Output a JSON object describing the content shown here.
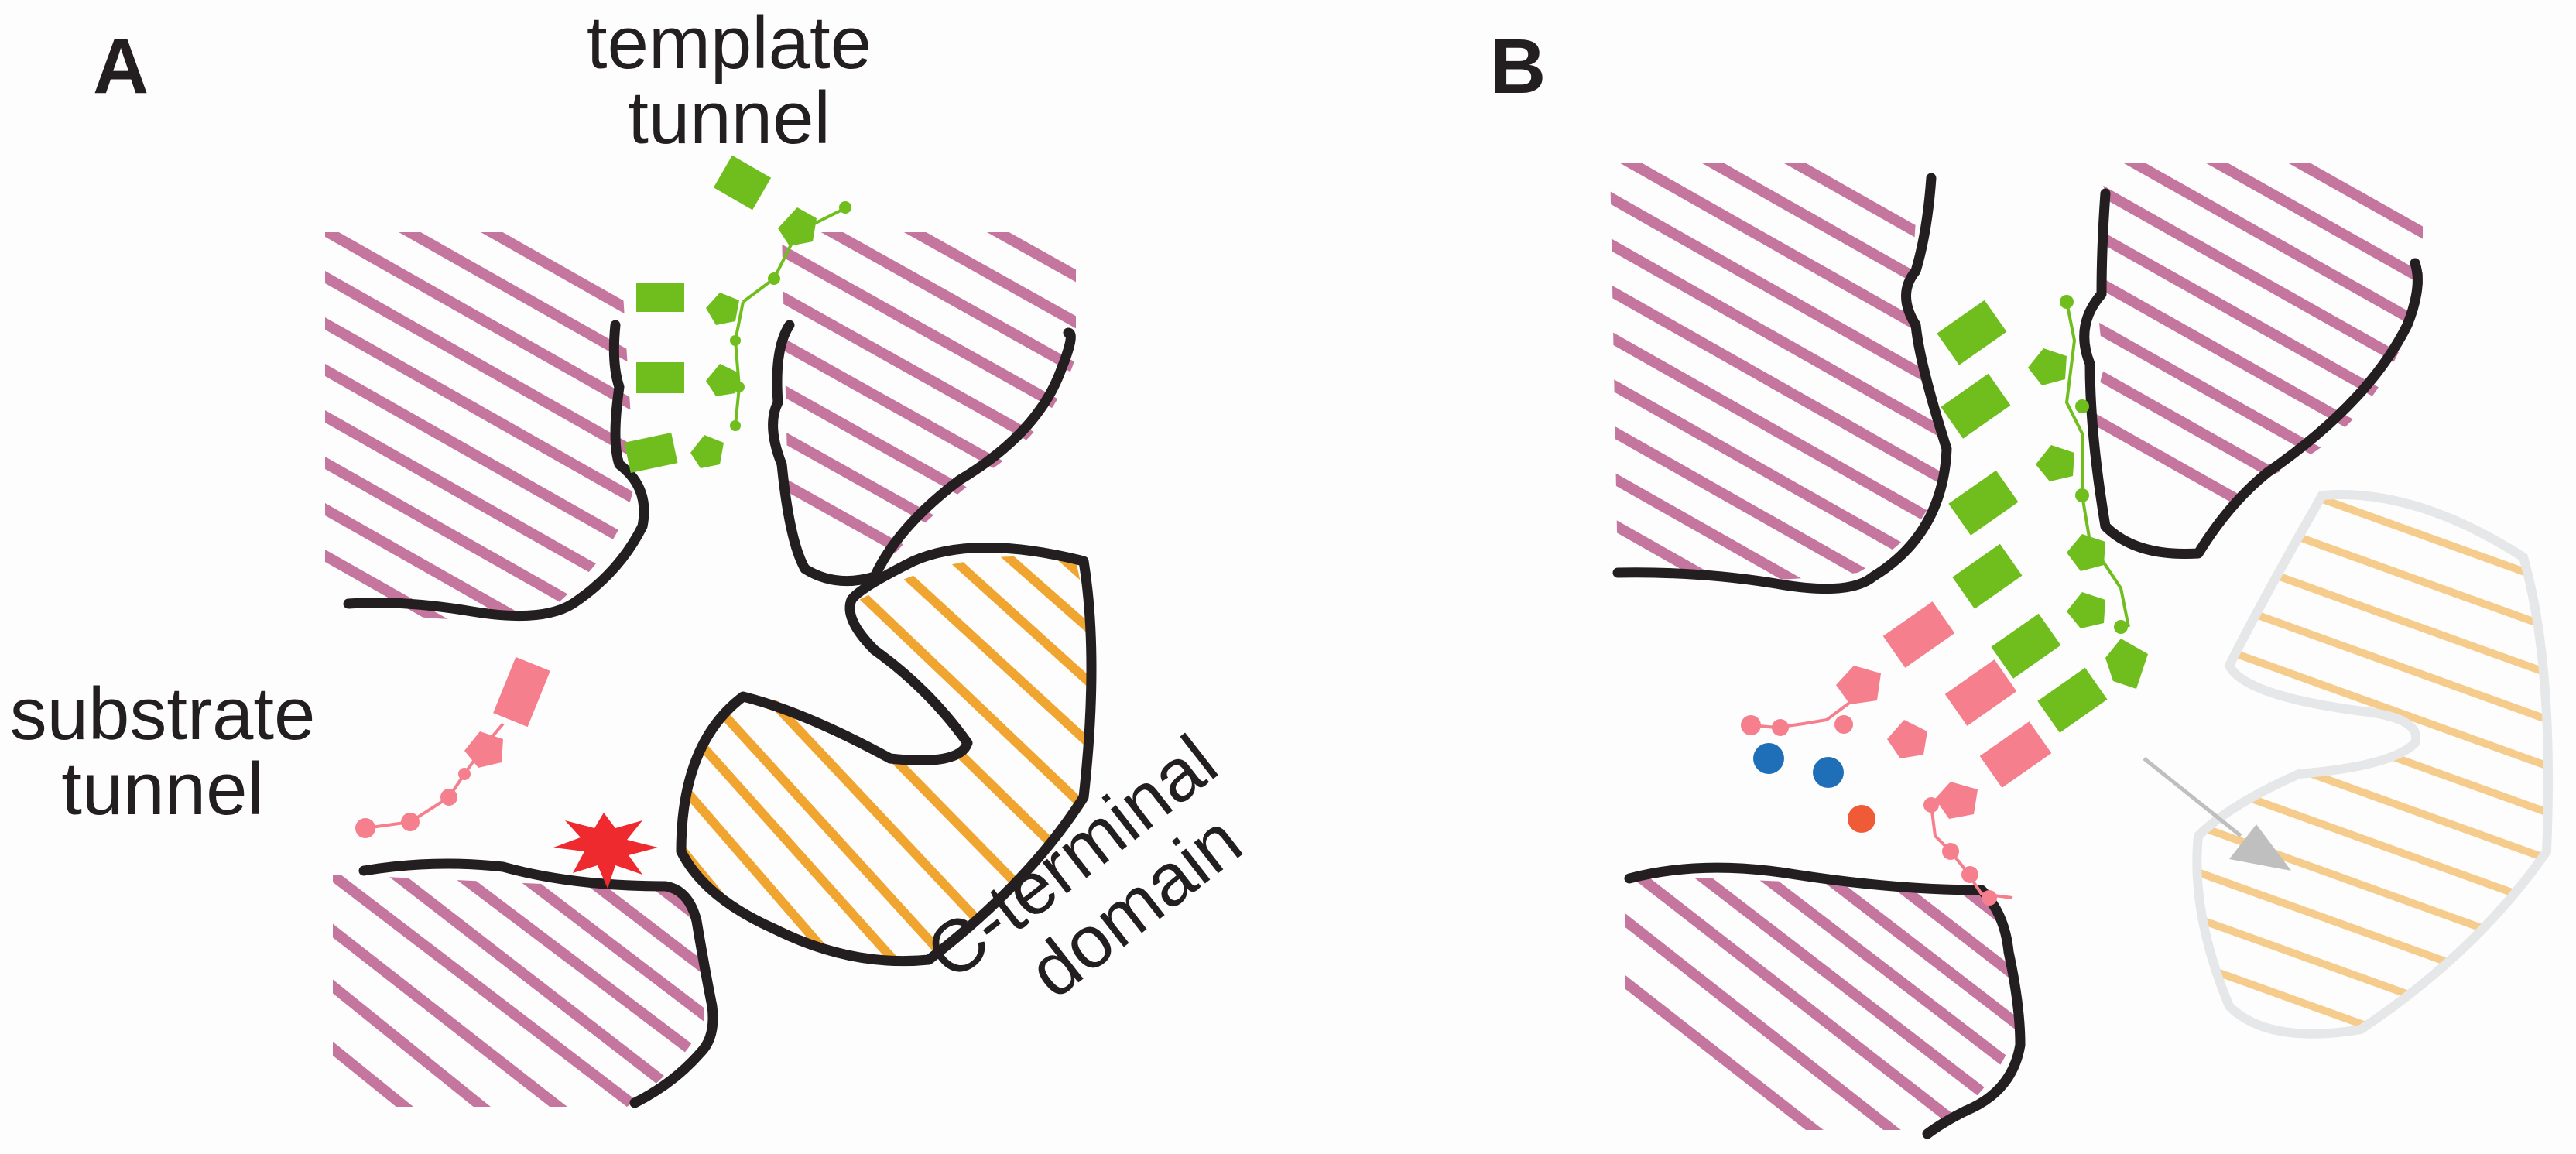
{
  "panels": [
    {
      "letter": "A"
    },
    {
      "letter": "B"
    }
  ],
  "labels": {
    "template_tunnel": [
      "template",
      "tunnel"
    ],
    "substrate_tunnel": [
      "substrate",
      "tunnel"
    ],
    "c_terminal_domain": [
      "C-terminal",
      "domain"
    ]
  },
  "colors": {
    "protein_hatch": "#c5769e",
    "c_terminal_hatch": "#f0a530",
    "c_terminal_hatch_displaced": "#f6cc8c",
    "template_sugars": "#6fbe1e",
    "substrate_sugars": "#f57f8c",
    "active_site_star": "#ee2a2f",
    "metal_ion_blue": "#1f6fb8",
    "metal_ion_orange": "#ef5b36",
    "outline": "#231f20",
    "movement_arrow": "#bfbfbf"
  }
}
